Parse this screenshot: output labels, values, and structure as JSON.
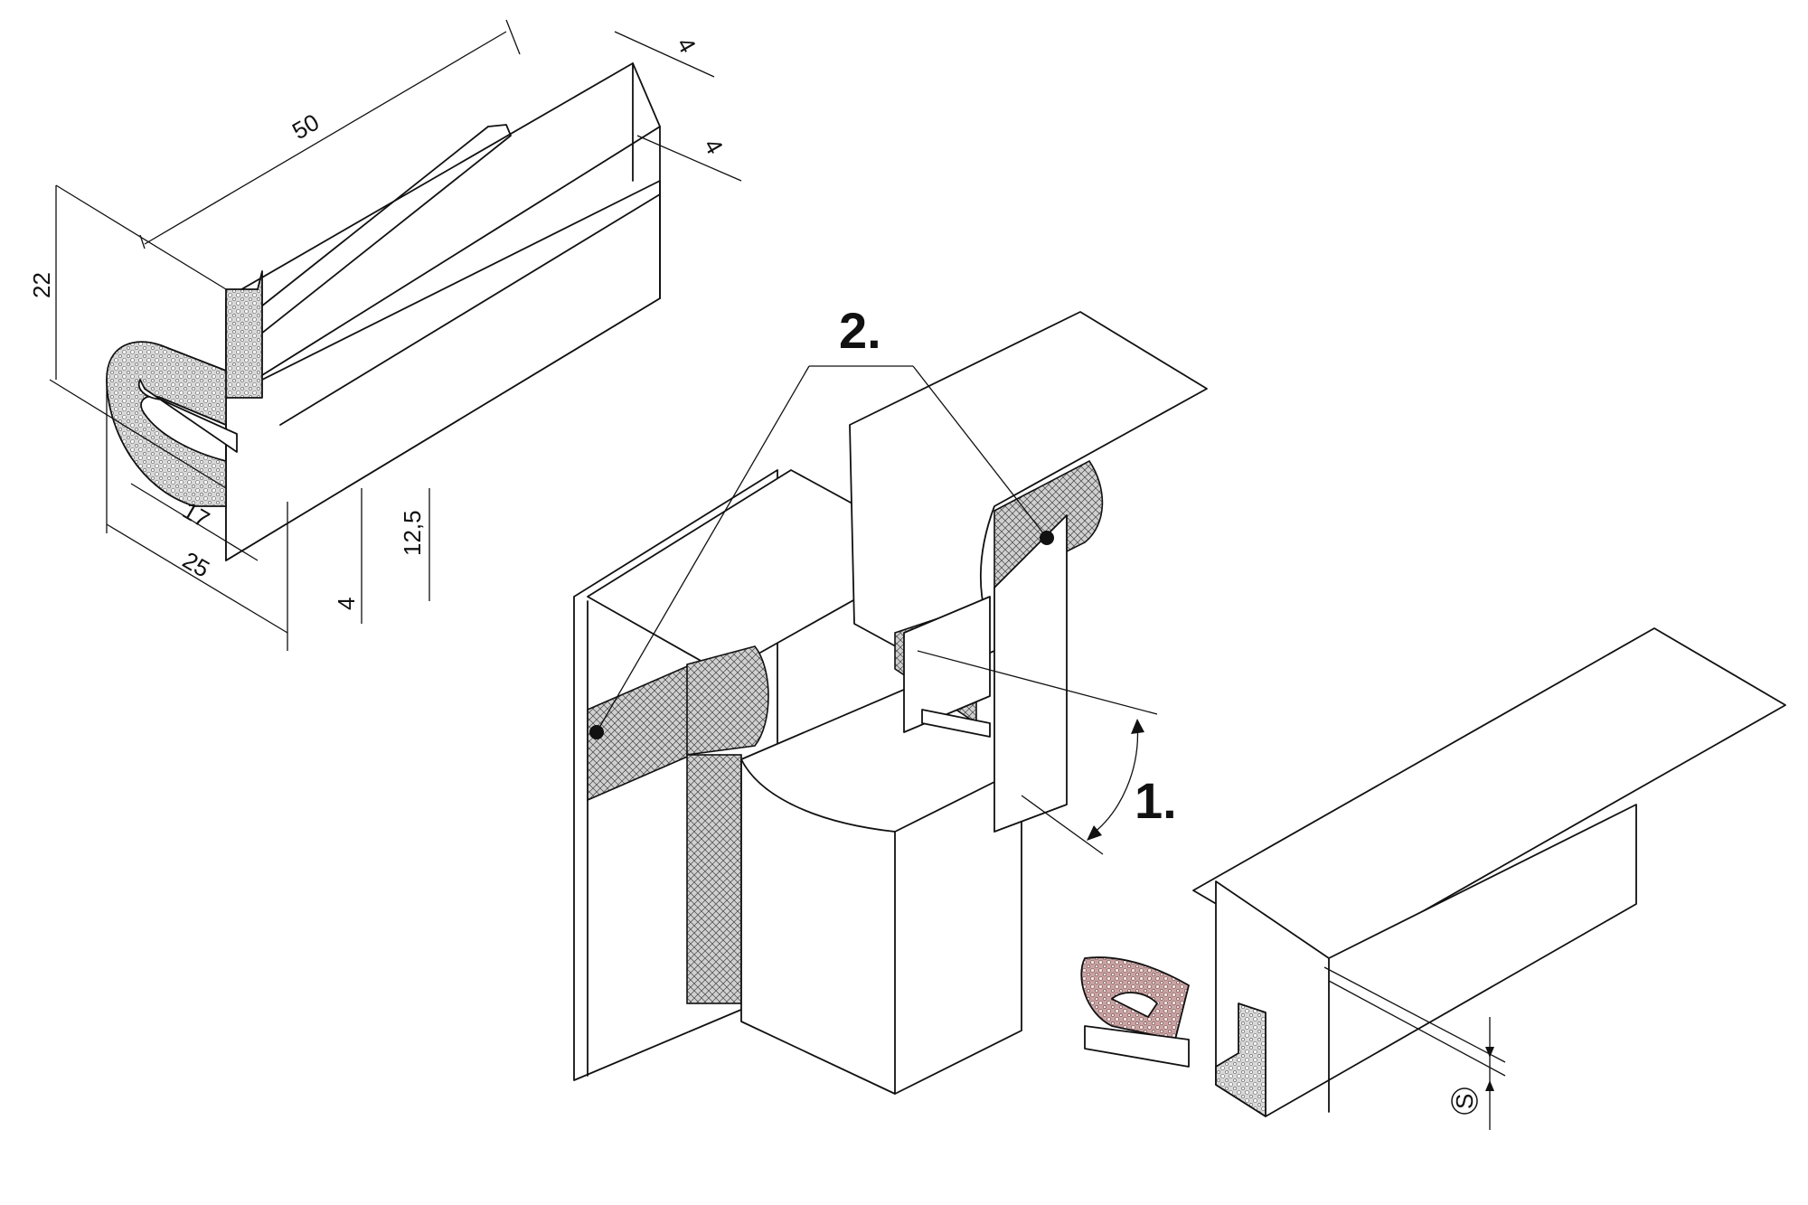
{
  "profile_dimensions": {
    "length": "50",
    "top_lip_offset": "4",
    "inner_lip_offset": "4",
    "height": "22",
    "inner_width": "17",
    "outer_width": "25",
    "flange_height": "12,5",
    "flange_thickness": "4"
  },
  "callouts": {
    "step_1": "1.",
    "step_2": "2."
  },
  "thickness_symbol": "S",
  "colors": {
    "line": "#111111",
    "sponge_fill": "#c8c8c8",
    "sponge_fill_colored": "#c9a3a3"
  }
}
